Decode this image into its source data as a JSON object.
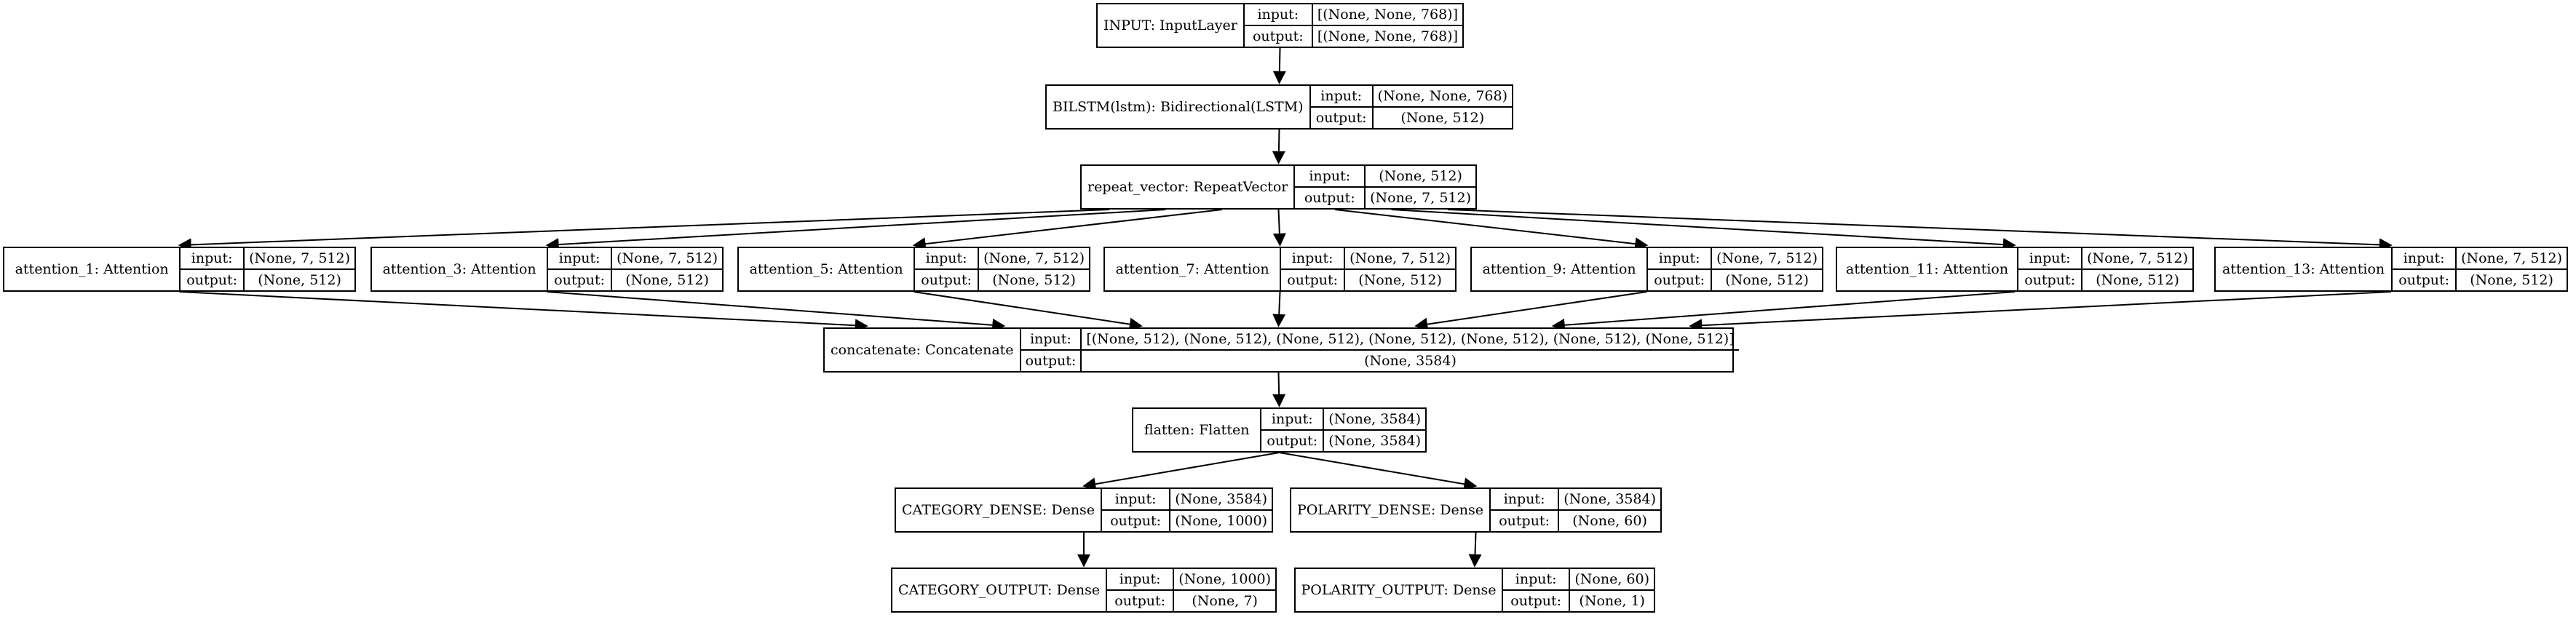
{
  "io_labels": {
    "input": "input:",
    "output": "output:"
  },
  "nodes": [
    {
      "id": "input",
      "name": "INPUT: InputLayer",
      "input": "[(None, None, 768)]",
      "output": "[(None, None, 768)]"
    },
    {
      "id": "bilstm",
      "name": "BILSTM(lstm): Bidirectional(LSTM)",
      "input": "(None, None, 768)",
      "output": "(None, 512)"
    },
    {
      "id": "repeat",
      "name": "repeat_vector: RepeatVector",
      "input": "(None, 512)",
      "output": "(None, 7, 512)"
    },
    {
      "id": "att1",
      "name": "attention_1: Attention",
      "input": "(None, 7, 512)",
      "output": "(None, 512)"
    },
    {
      "id": "att3",
      "name": "attention_3: Attention",
      "input": "(None, 7, 512)",
      "output": "(None, 512)"
    },
    {
      "id": "att5",
      "name": "attention_5: Attention",
      "input": "(None, 7, 512)",
      "output": "(None, 512)"
    },
    {
      "id": "att7",
      "name": "attention_7: Attention",
      "input": "(None, 7, 512)",
      "output": "(None, 512)"
    },
    {
      "id": "att9",
      "name": "attention_9: Attention",
      "input": "(None, 7, 512)",
      "output": "(None, 512)"
    },
    {
      "id": "att11",
      "name": "attention_11: Attention",
      "input": "(None, 7, 512)",
      "output": "(None, 512)"
    },
    {
      "id": "att13",
      "name": "attention_13: Attention",
      "input": "(None, 7, 512)",
      "output": "(None, 512)"
    },
    {
      "id": "concat",
      "name": "concatenate: Concatenate",
      "input": "[(None, 512), (None, 512), (None, 512), (None, 512), (None, 512), (None, 512), (None, 512)]",
      "output": "(None, 3584)"
    },
    {
      "id": "flatten",
      "name": "flatten: Flatten",
      "input": "(None, 3584)",
      "output": "(None, 3584)"
    },
    {
      "id": "catdense",
      "name": "CATEGORY_DENSE: Dense",
      "input": "(None, 3584)",
      "output": "(None, 1000)"
    },
    {
      "id": "poldense",
      "name": "POLARITY_DENSE: Dense",
      "input": "(None, 3584)",
      "output": "(None, 60)"
    },
    {
      "id": "catout",
      "name": "CATEGORY_OUTPUT: Dense",
      "input": "(None, 1000)",
      "output": "(None, 7)"
    },
    {
      "id": "polout",
      "name": "POLARITY_OUTPUT: Dense",
      "input": "(None, 60)",
      "output": "(None, 1)"
    }
  ],
  "edges": [
    [
      "input",
      "bilstm"
    ],
    [
      "bilstm",
      "repeat"
    ],
    [
      "repeat",
      "att1"
    ],
    [
      "repeat",
      "att3"
    ],
    [
      "repeat",
      "att5"
    ],
    [
      "repeat",
      "att7"
    ],
    [
      "repeat",
      "att9"
    ],
    [
      "repeat",
      "att11"
    ],
    [
      "repeat",
      "att13"
    ],
    [
      "att1",
      "concat"
    ],
    [
      "att3",
      "concat"
    ],
    [
      "att5",
      "concat"
    ],
    [
      "att7",
      "concat"
    ],
    [
      "att9",
      "concat"
    ],
    [
      "att11",
      "concat"
    ],
    [
      "att13",
      "concat"
    ],
    [
      "concat",
      "flatten"
    ],
    [
      "flatten",
      "catdense"
    ],
    [
      "flatten",
      "poldense"
    ],
    [
      "catdense",
      "catout"
    ],
    [
      "poldense",
      "polout"
    ]
  ]
}
